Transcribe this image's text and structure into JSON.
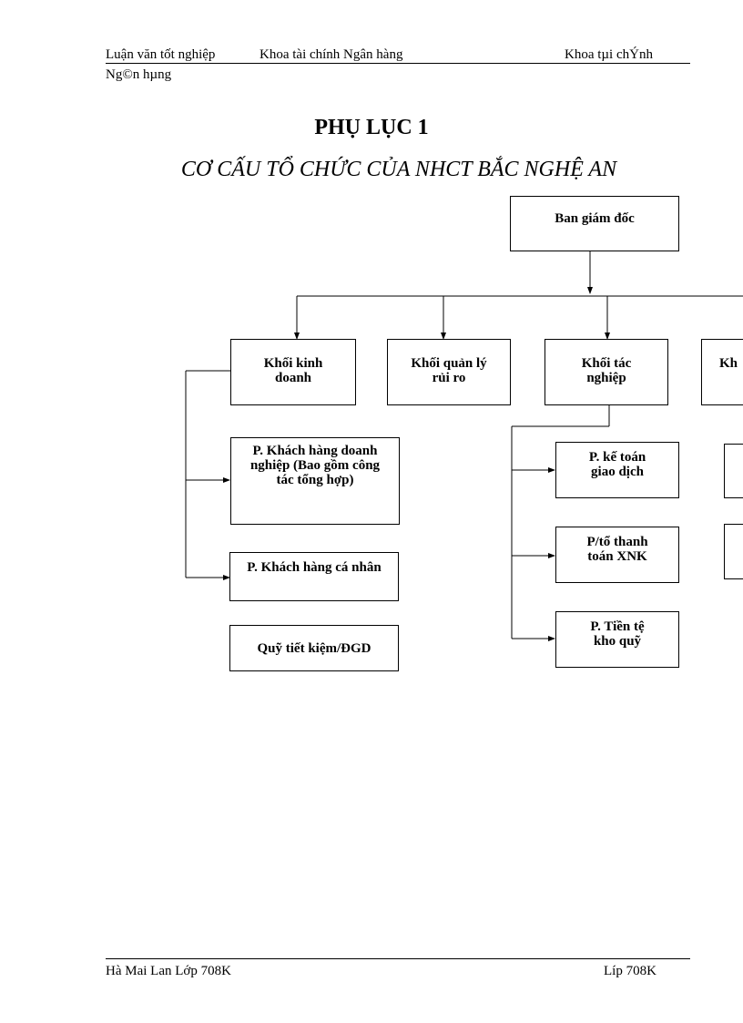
{
  "header": {
    "left": "Luận văn tốt nghiệp",
    "middle": "Khoa tài chính Ngân hàng",
    "right": "Khoa tµi chÝnh",
    "second_line": "Ng©n hµng"
  },
  "title": "PHỤ LỤC 1",
  "subtitle": "CƠ CẤU TỔ CHỨC CỦA NHCT BẮC NGHỆ AN",
  "org": {
    "root": "Ban giám đốc",
    "blocks": {
      "kinh_doanh": "Khối kinh doanh",
      "quan_ly_rui_ro": "Khối quản lý rủi ro",
      "tac_nghiep": "Khối tác nghiệp",
      "cut": "Kh"
    },
    "kinh_doanh_units": [
      "P. Khách hàng doanh nghiệp (Bao gồm công tác tổng hợp)",
      "P. Khách hàng cá nhân",
      "Quỹ tiết kiệm/ĐGD"
    ],
    "tac_nghiep_units": [
      "P. kế toán giao dịch",
      "P/tổ thanh toán XNK",
      "P. Tiền tệ kho quỹ"
    ]
  },
  "footer": {
    "left": "Hà Mai Lan Lớp 708K",
    "right": "Líp 708K"
  }
}
